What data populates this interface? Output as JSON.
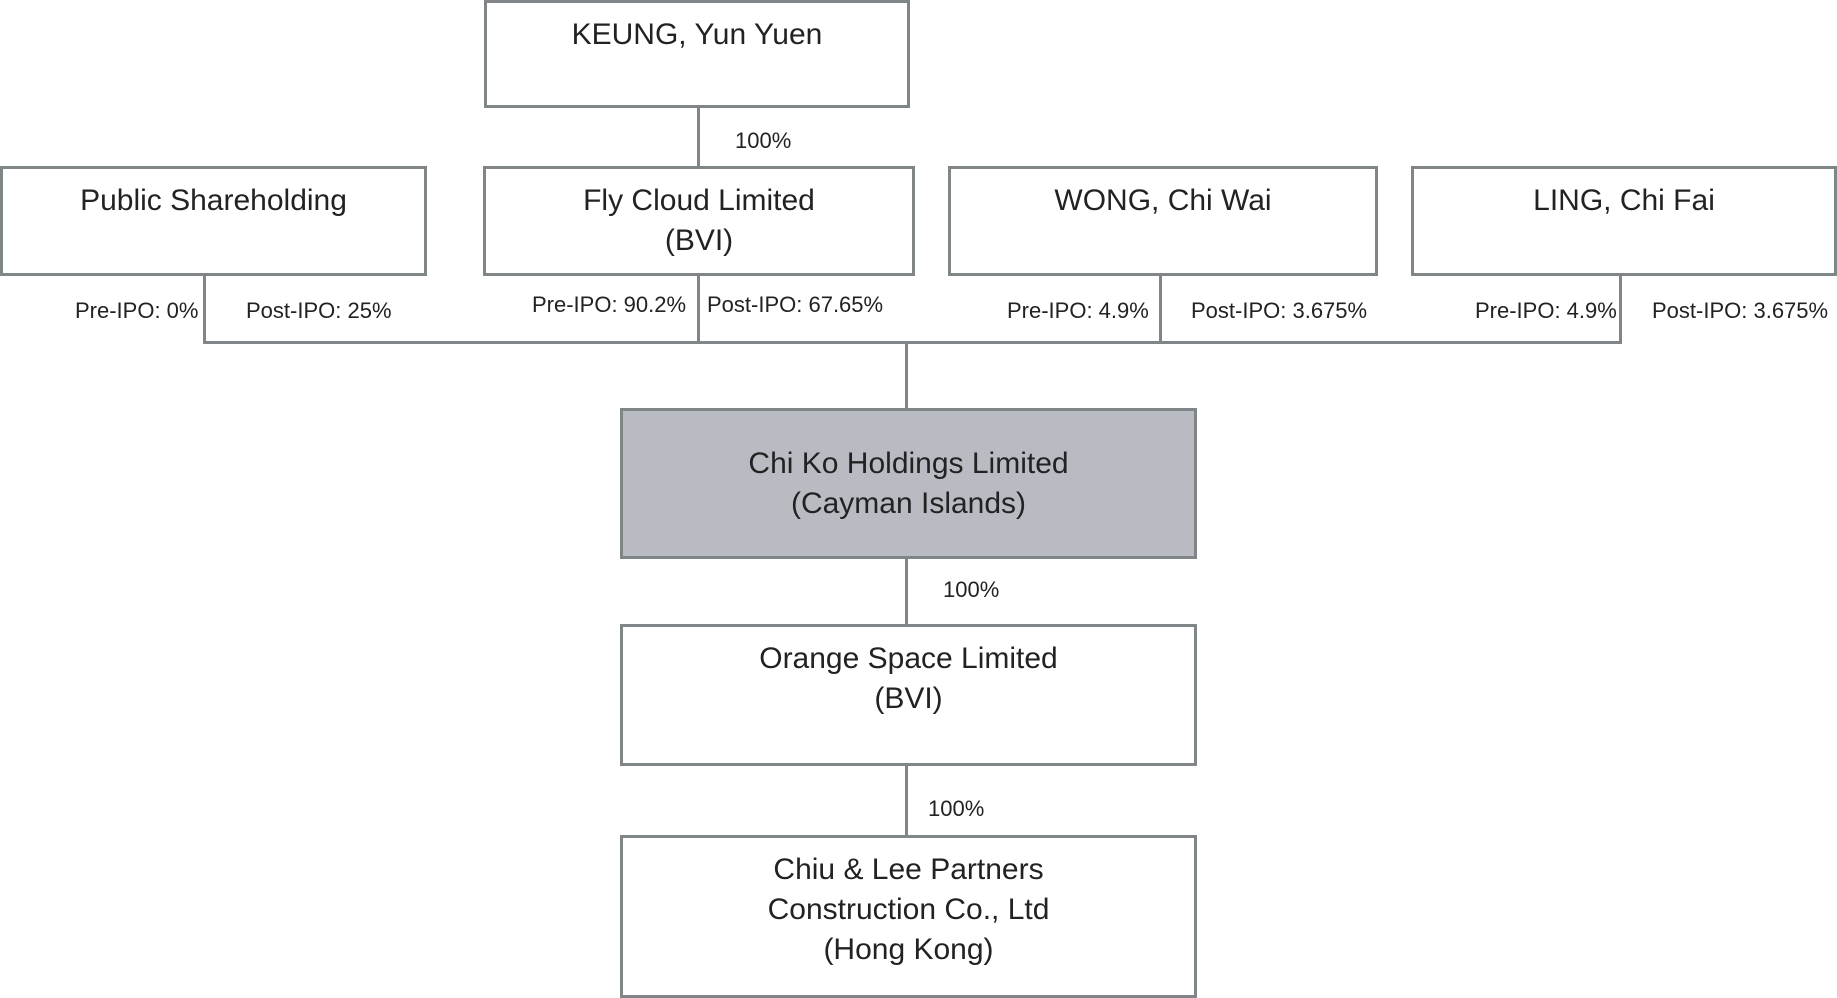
{
  "entities": {
    "keung": {
      "line1": "KEUNG, Yun Yuen"
    },
    "public": {
      "line1": "Public Shareholding"
    },
    "fly_cloud": {
      "line1": "Fly Cloud Limited",
      "line2": "(BVI)"
    },
    "wong": {
      "line1": "WONG, Chi Wai"
    },
    "ling": {
      "line1": "LING, Chi Fai"
    },
    "chi_ko": {
      "line1": "Chi Ko Holdings Limited",
      "line2": "(Cayman Islands)"
    },
    "orange": {
      "line1": "Orange Space Limited",
      "line2": "(BVI)"
    },
    "chiu_lee": {
      "line1": "Chiu & Lee Partners",
      "line2": "Construction Co., Ltd",
      "line3": "(Hong Kong)"
    }
  },
  "ownership": {
    "keung_to_fly_cloud": "100%",
    "public_pre": "Pre-IPO: 0%",
    "public_post": "Post-IPO: 25%",
    "fly_cloud_pre": "Pre-IPO: 90.2%",
    "fly_cloud_post": "Post-IPO: 67.65%",
    "wong_pre": "Pre-IPO: 4.9%",
    "wong_post": "Post-IPO: 3.675%",
    "ling_pre": "Pre-IPO: 4.9%",
    "ling_post": "Post-IPO: 3.675%",
    "chi_ko_to_orange": "100%",
    "orange_to_chiu_lee": "100%"
  },
  "colors": {
    "line": "#808587",
    "highlight_fill": "#b8bcc2",
    "text": "#222222"
  }
}
